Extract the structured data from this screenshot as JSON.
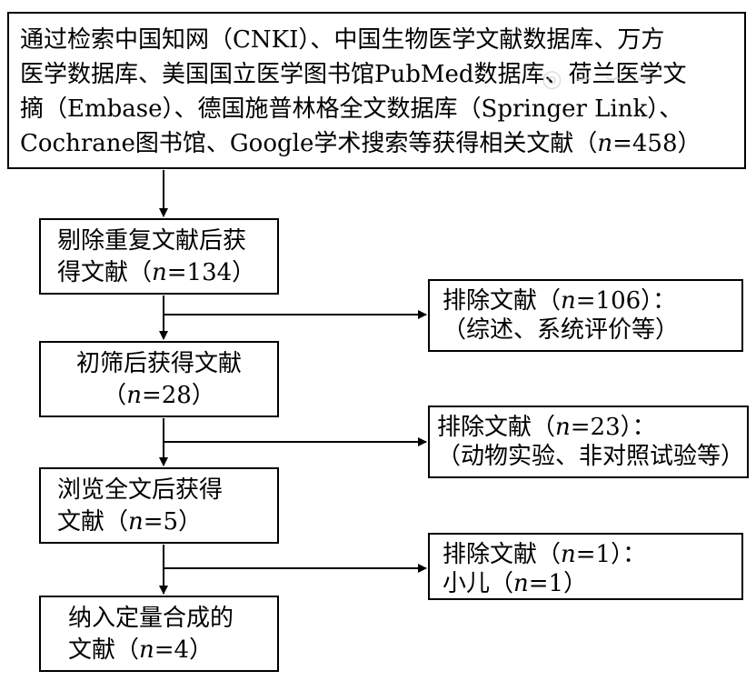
{
  "boxes": {
    "search": {
      "lines": [
        "通过检索中国知网（CNKI）、中国生物医学文献数据库、万方",
        "医学数据库、美国国立医学图书馆PubMed数据库、荷兰医学文",
        "摘（Embase）、德国施普林格全文数据库（Springer Link）、"
      ],
      "line4_prefix": "Cochrane图书馆、Google学术搜索等获得相关文献（",
      "n_var": "n",
      "line4_value": "=458）"
    },
    "dedup": {
      "line1": "剔除重复文献后获",
      "line2_prefix": "得文献（",
      "n_var": "n",
      "line2_value": "=134）"
    },
    "screen": {
      "line1": "初筛后获得文献",
      "line2_prefix": "（",
      "n_var": "n",
      "line2_value": "=28）"
    },
    "fulltext": {
      "line1": "浏览全文后获得",
      "line2_prefix": "文献（",
      "n_var": "n",
      "line2_value": "=5）"
    },
    "include": {
      "line1": "纳入定量合成的",
      "line2_prefix": "文献（",
      "n_var": "n",
      "line2_value": "=4）"
    },
    "exclude1": {
      "line1_prefix": "排除文献（",
      "n_var": "n",
      "line1_value": "=106）：",
      "line2": "（综述、系统评价等）"
    },
    "exclude2": {
      "line1_prefix": "排除文献（",
      "n_var": "n",
      "line1_value": "=23）：",
      "line2": "（动物实验、非对照试验等）"
    },
    "exclude3": {
      "line1_prefix": "排除文献（",
      "n_var": "n",
      "line1_value": "=1）：",
      "line2_prefix": "小儿（",
      "line2_n_var": "n",
      "line2_value": "=1）"
    }
  },
  "colors": {
    "stroke": "#000000",
    "background": "#ffffff"
  }
}
